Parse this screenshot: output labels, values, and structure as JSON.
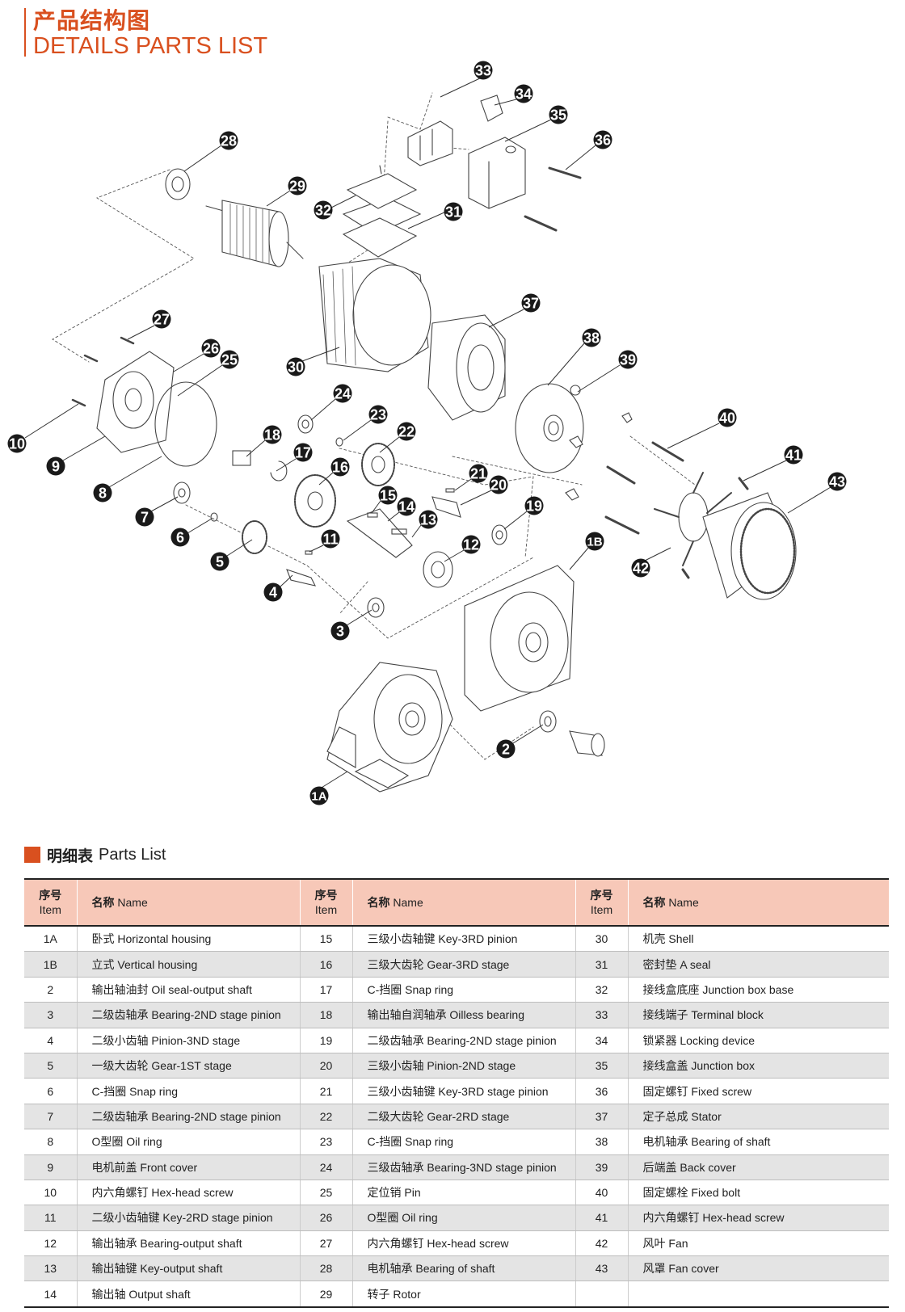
{
  "header": {
    "title_cn": "产品结构图",
    "title_en": "DETAILS PARTS LIST"
  },
  "labels": [
    "1A",
    "1B",
    "2",
    "3",
    "4",
    "5",
    "6",
    "7",
    "8",
    "9",
    "10",
    "11",
    "12",
    "13",
    "14",
    "15",
    "16",
    "17",
    "18",
    "19",
    "20",
    "21",
    "22",
    "23",
    "24",
    "25",
    "26",
    "27",
    "28",
    "29",
    "30",
    "31",
    "32",
    "33",
    "34",
    "35",
    "36",
    "37",
    "38",
    "39",
    "40",
    "41",
    "42",
    "43"
  ],
  "parts_list": {
    "heading_cn": "明细表",
    "heading_en": "Parts List",
    "columns": [
      {
        "item_cn": "序号",
        "item_en": "Item",
        "name_cn": "名称",
        "name_en": "Name"
      },
      {
        "item_cn": "序号",
        "item_en": "Item",
        "name_cn": "名称",
        "name_en": "Name"
      },
      {
        "item_cn": "序号",
        "item_en": "Item",
        "name_cn": "名称",
        "name_en": "Name"
      }
    ],
    "rows": [
      [
        {
          "item": "1A",
          "name": "卧式 Horizontal housing"
        },
        {
          "item": "15",
          "name": "三级小齿轴键 Key-3RD pinion"
        },
        {
          "item": "30",
          "name": "机壳 Shell"
        }
      ],
      [
        {
          "item": "1B",
          "name": "立式 Vertical housing"
        },
        {
          "item": "16",
          "name": "三级大齿轮 Gear-3RD stage"
        },
        {
          "item": "31",
          "name": "密封垫 A seal"
        }
      ],
      [
        {
          "item": "2",
          "name": "输出轴油封 Oil seal-output shaft"
        },
        {
          "item": "17",
          "name": "C-挡圈 Snap ring"
        },
        {
          "item": "32",
          "name": "接线盒底座 Junction box base"
        }
      ],
      [
        {
          "item": "3",
          "name": "二级齿轴承 Bearing-2ND stage pinion"
        },
        {
          "item": "18",
          "name": "输出轴自润轴承 Oilless bearing"
        },
        {
          "item": "33",
          "name": "接线端子 Terminal block"
        }
      ],
      [
        {
          "item": "4",
          "name": "二级小齿轴 Pinion-3ND stage"
        },
        {
          "item": "19",
          "name": "二级齿轴承 Bearing-2ND stage pinion"
        },
        {
          "item": "34",
          "name": "锁紧器 Locking device"
        }
      ],
      [
        {
          "item": "5",
          "name": "一级大齿轮 Gear-1ST stage"
        },
        {
          "item": "20",
          "name": "三级小齿轴 Pinion-2ND stage"
        },
        {
          "item": "35",
          "name": "接线盒盖 Junction box"
        }
      ],
      [
        {
          "item": "6",
          "name": "C-挡圈 Snap ring"
        },
        {
          "item": "21",
          "name": "三级小齿轴键 Key-3RD stage pinion"
        },
        {
          "item": "36",
          "name": "固定螺钉 Fixed screw"
        }
      ],
      [
        {
          "item": "7",
          "name": "二级齿轴承 Bearing-2ND stage pinion"
        },
        {
          "item": "22",
          "name": "二级大齿轮 Gear-2RD stage"
        },
        {
          "item": "37",
          "name": "定子总成 Stator"
        }
      ],
      [
        {
          "item": "8",
          "name": "O型圈 Oil ring"
        },
        {
          "item": "23",
          "name": "C-挡圈 Snap ring"
        },
        {
          "item": "38",
          "name": "电机轴承 Bearing of shaft"
        }
      ],
      [
        {
          "item": "9",
          "name": "电机前盖 Front cover"
        },
        {
          "item": "24",
          "name": "三级齿轴承 Bearing-3ND stage pinion"
        },
        {
          "item": "39",
          "name": "后端盖 Back cover"
        }
      ],
      [
        {
          "item": "10",
          "name": "内六角螺钉 Hex-head screw"
        },
        {
          "item": "25",
          "name": "定位销 Pin"
        },
        {
          "item": "40",
          "name": "固定螺栓 Fixed bolt"
        }
      ],
      [
        {
          "item": "11",
          "name": "二级小齿轴键 Key-2RD stage pinion"
        },
        {
          "item": "26",
          "name": "O型圈 Oil ring"
        },
        {
          "item": "41",
          "name": "内六角螺钉 Hex-head screw"
        }
      ],
      [
        {
          "item": "12",
          "name": "输出轴承 Bearing-output shaft"
        },
        {
          "item": "27",
          "name": "内六角螺钉 Hex-head screw"
        },
        {
          "item": "42",
          "name": "风叶 Fan"
        }
      ],
      [
        {
          "item": "13",
          "name": "输出轴键 Key-output shaft"
        },
        {
          "item": "28",
          "name": "电机轴承 Bearing of shaft"
        },
        {
          "item": "43",
          "name": "风罩 Fan cover"
        }
      ],
      [
        {
          "item": "14",
          "name": "输出轴 Output shaft"
        },
        {
          "item": "29",
          "name": "转子 Rotor"
        },
        {
          "item": "",
          "name": ""
        }
      ]
    ]
  }
}
